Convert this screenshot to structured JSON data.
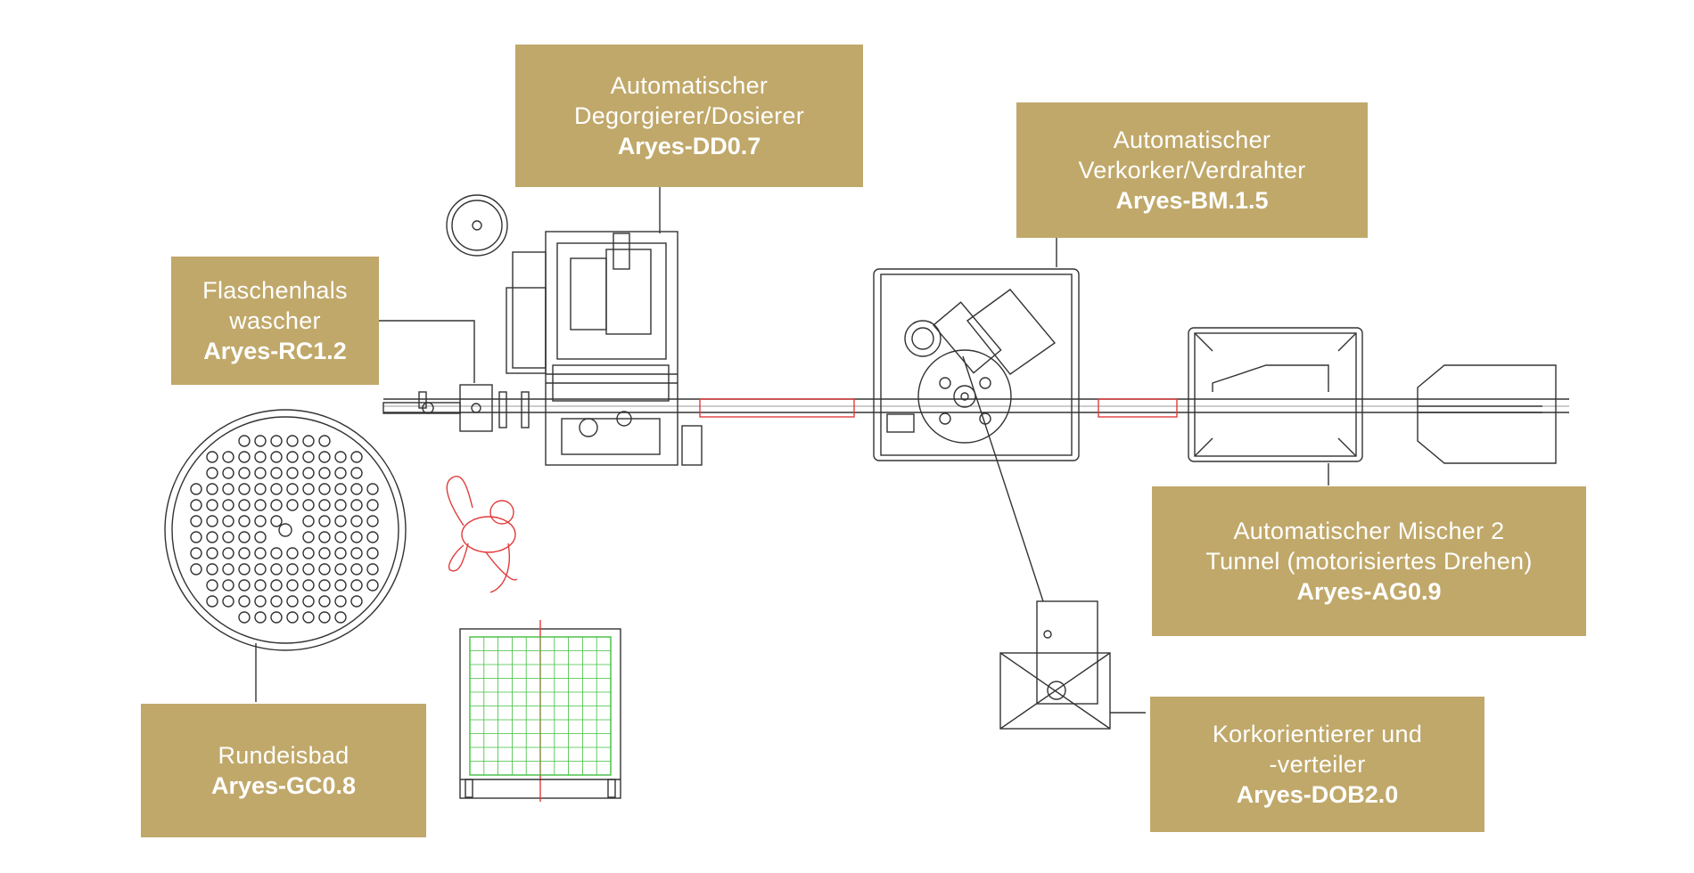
{
  "labels": {
    "dd": {
      "lines": [
        "Automatischer",
        "Degorgierer/Dosierer"
      ],
      "model": "Aryes-DD0.7"
    },
    "bm": {
      "lines": [
        "Automatischer",
        "Verkorker/Verdrahter"
      ],
      "model": "Aryes-BM.1.5"
    },
    "rc": {
      "lines": [
        "Flaschenhals",
        "wascher"
      ],
      "model": "Aryes-RC1.2"
    },
    "ag": {
      "lines": [
        "Automatischer Mischer 2",
        "Tunnel (motorisiertes Drehen)"
      ],
      "model": "Aryes-AG0.9"
    },
    "gc": {
      "lines": [
        "Rundeisbad"
      ],
      "model": "Aryes-GC0.8"
    },
    "dob": {
      "lines": [
        "Korkorientierer und",
        "-verteiler"
      ],
      "model": "Aryes-DOB2.0"
    }
  },
  "colors": {
    "label_bg": "#c0a86a",
    "label_text": "#ffffff",
    "line": "#333333",
    "accent_red": "#e23b3b",
    "accent_green": "#3fbf3f"
  }
}
